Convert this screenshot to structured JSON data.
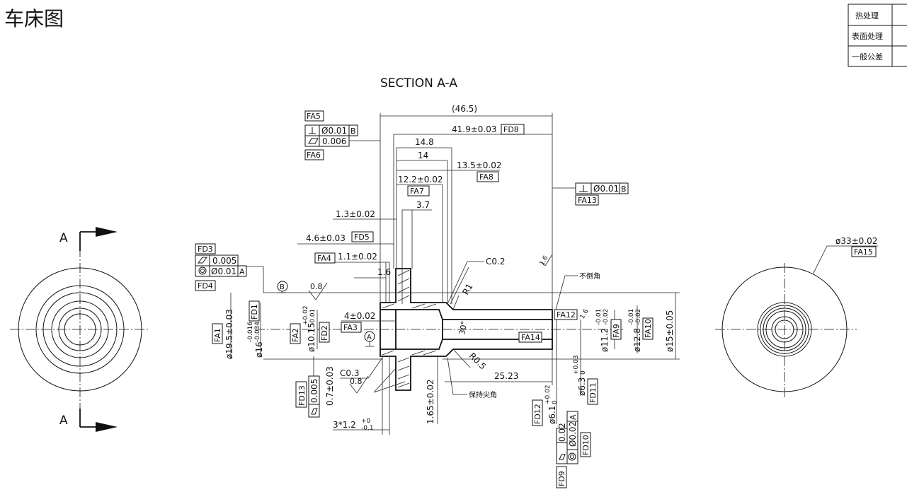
{
  "title": "车床图",
  "spec_table": {
    "rows": [
      "热处理",
      "表面处理",
      "一般公差"
    ]
  },
  "section_label": "SECTION A-A",
  "section_marks": [
    "A",
    "A"
  ],
  "datums": [
    "B",
    "A"
  ],
  "callout_boxes": {
    "FA5": "FA5",
    "FA6": "FA6",
    "FA7": "FA7",
    "FA8": "FA8",
    "FD8": "FD8",
    "FA13": "FA13",
    "FD5": "FD5",
    "FA4": "FA4",
    "FD3": "FD3",
    "FD4": "FD4",
    "FA1": "FA1",
    "FD1": "FD1",
    "FA2": "FA2",
    "FD2": "FD2",
    "FA3": "FA3",
    "FD13": "FD13",
    "FA12": "FA12",
    "FA14": "FA14",
    "FA9": "FA9",
    "FA10": "FA10",
    "FD12": "FD12",
    "FD11": "FD11",
    "FD10": "FD10",
    "FD9": "FD9",
    "FA15": "FA15"
  },
  "dimensions": {
    "overall_ref": "(46.5)",
    "len_419": "41.9±0.03",
    "len_148": "14.8",
    "len_14": "14",
    "len_135": "13.5±0.02",
    "len_122": "12.2±0.02",
    "len_37": "3.7",
    "len_13": "1.3±0.02",
    "len_46": "4.6±0.03",
    "len_11": "1.1±0.02",
    "len_16": "1.6",
    "len_4": "4±0.02",
    "chamfer_c02": "C0.2",
    "chamfer_c03": "C0.3",
    "radius_r1": "R1",
    "radius_r05": "R0.5",
    "angle_30": "30°",
    "len_2523": "25.23",
    "len_07": "0.7±0.03",
    "len_165": "1.65±0.02",
    "len_312": "3*1.2",
    "len_312_tol_upper": "+0",
    "len_312_tol_lower": "-0.1",
    "dia_195": "ø19.5±0.03",
    "dia_16": "ø16",
    "dia_16_tol_upper": "-0.016",
    "dia_16_tol_lower": "-0.034",
    "dia_1015": "ø10.15",
    "dia_1015_tol_upper": "+0.02",
    "dia_1015_tol_lower": "-0.01",
    "dia_112": "ø11.2",
    "dia_112_tol_upper": "-0.01",
    "dia_112_tol_lower": "-0.02",
    "dia_128": "ø12.8",
    "dia_128_tol_upper": "-0.01",
    "dia_128_tol_lower": "-0.02",
    "dia_15": "ø15±0.05",
    "dia_61": "ø6.1",
    "dia_61_tol_upper": "+0.02",
    "dia_61_tol_lower": "0",
    "dia_63": "ø6.3",
    "dia_63_tol_upper": "+0.03",
    "dia_63_tol_lower": "0",
    "dia_33": "ø33±0.02"
  },
  "tolerances": {
    "perp_fa5": "Ø0.01",
    "flat_fa6": "0.006",
    "perp_fa13": "Ø0.01",
    "cyl_fd3": "0.005",
    "conc_fd4": "Ø0.01",
    "cyl_fd13": "0.005",
    "cyl_fd9": "0.02",
    "conc_fd10": "Ø0.02"
  },
  "surface_finish": [
    "0.8",
    "0.8",
    "1.6",
    "1.6"
  ],
  "notes": {
    "no_chamfer": "不倒角",
    "keep_sharp": "保持尖角"
  }
}
